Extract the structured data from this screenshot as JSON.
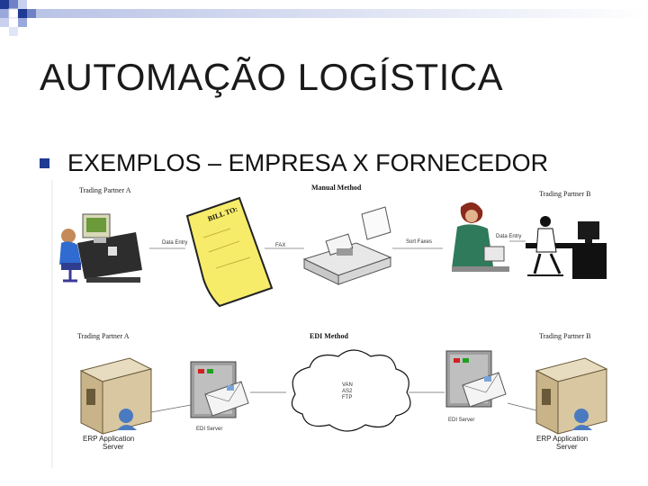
{
  "slide": {
    "title": "AUTOMAÇÃO LOGÍSTICA",
    "bullet": "EXEMPLOS – EMPRESA X FORNECEDOR"
  },
  "colors": {
    "accent": "#1f3a93",
    "title": "#1a1a1a"
  },
  "diagram": {
    "manual": {
      "heading": "Manual Method",
      "partner_a": "Trading Partner A",
      "partner_b": "Trading Partner B",
      "bill_label": "BILL TO:",
      "data_entry_left": "Data Entry",
      "fax_label": "FAX",
      "sort_label": "Sort Faxes",
      "data_entry_right": "Data Entry"
    },
    "edi": {
      "heading": "EDI Method",
      "partner_a": "Trading Partner A",
      "partner_b": "Trading Partner B",
      "cloud_lines": [
        "VAN",
        "AS2",
        "FTP"
      ],
      "edi_server_left": "EDI Server",
      "edi_server_right": "EDI Server",
      "erp_left": [
        "ERP Application",
        "Server"
      ],
      "erp_right": [
        "ERP Application",
        "Server"
      ]
    }
  }
}
